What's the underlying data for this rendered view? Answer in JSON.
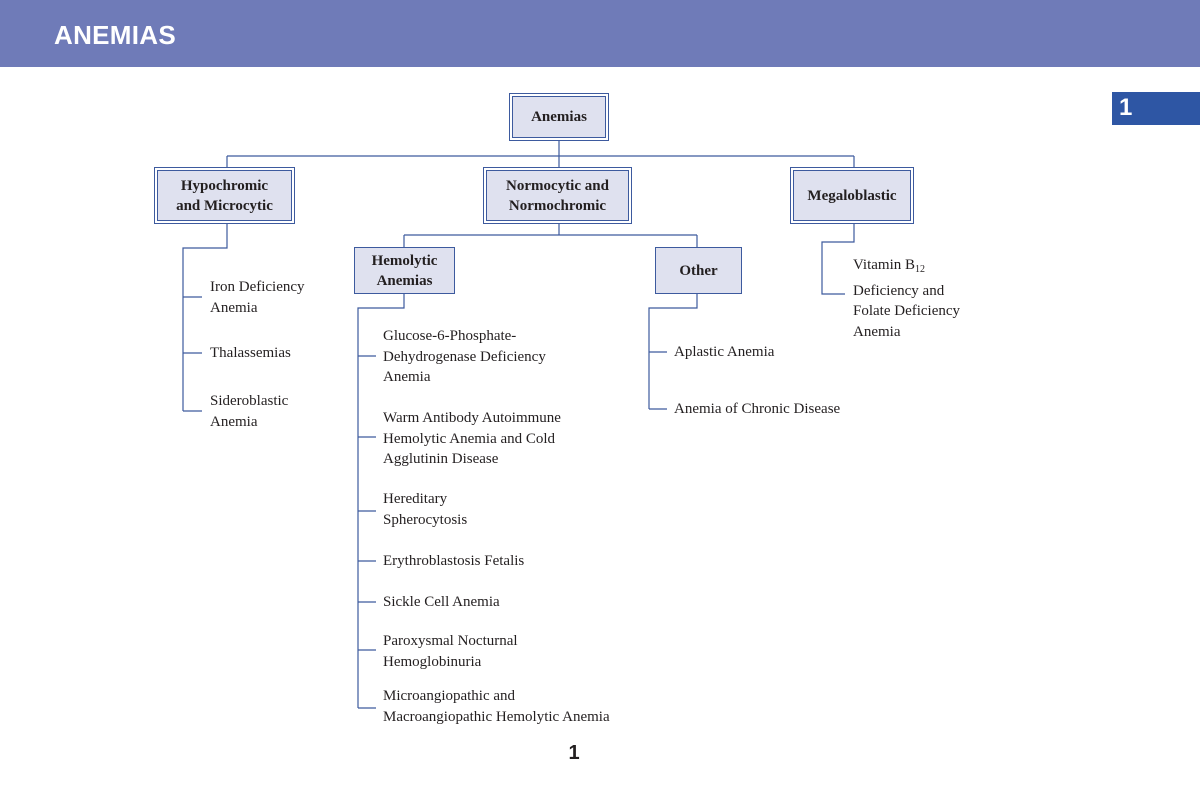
{
  "header": {
    "title": "ANEMIAS"
  },
  "chapter_tab": "1",
  "page_number": "1",
  "diagram": {
    "root": "Anemias",
    "categories": {
      "hypochromic": "Hypochromic\nand Microcytic",
      "normocytic": "Normocytic and\nNormochromic",
      "megaloblastic": "Megaloblastic"
    },
    "subcategories": {
      "hemolytic": "Hemolytic\nAnemias",
      "other": "Other"
    },
    "hypochromic_items": [
      "Iron Deficiency\nAnemia",
      "Thalassemias",
      "Sideroblastic\nAnemia"
    ],
    "hemolytic_items": [
      "Glucose-6-Phosphate-\nDehydrogenase Deficiency\nAnemia",
      "Warm Antibody Autoimmune\nHemolytic Anemia and Cold\nAgglutinin Disease",
      "Hereditary\nSpherocytosis",
      "Erythroblastosis Fetalis",
      "Sickle Cell Anemia",
      "Paroxysmal Nocturnal\nHemoglobinuria",
      "Microangiopathic and\nMacroangiopathic Hemolytic Anemia"
    ],
    "other_items": [
      "Aplastic Anemia",
      "Anemia of Chronic Disease"
    ],
    "megaloblastic_item": {
      "line1": "Vitamin B",
      "subscript": "12",
      "rest": "Deficiency and\nFolate Deficiency\nAnemia"
    }
  },
  "colors": {
    "header": "#6f7bb8",
    "chapter_tab": "#2e56a4",
    "node_fill": "#dfe1ef",
    "node_border": "#3d5a9e"
  }
}
